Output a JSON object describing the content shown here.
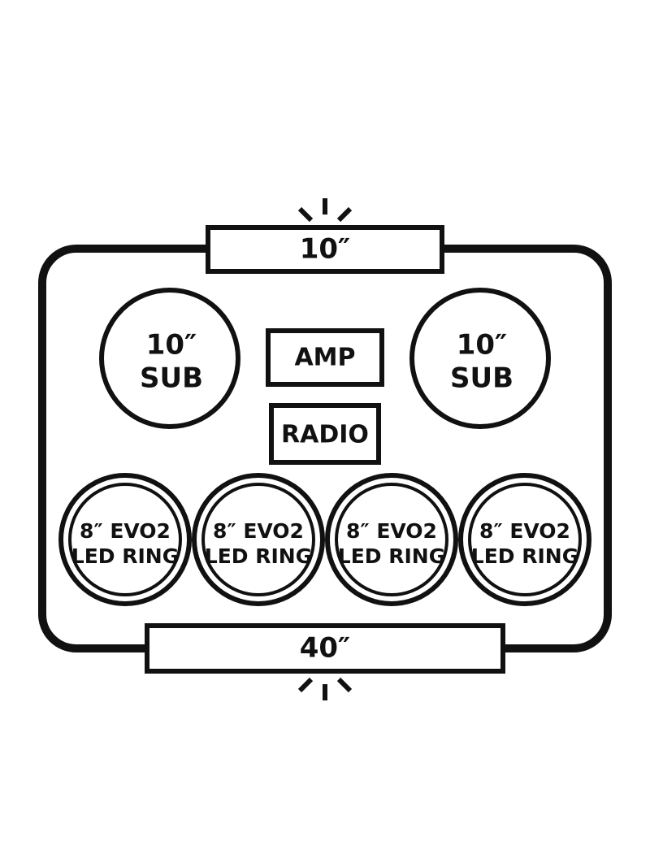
{
  "colors": {
    "line": "#111111",
    "background": "#ffffff"
  },
  "labels": {
    "top_bar": "10″",
    "bottom_bar": "40″",
    "sub_left": {
      "line1": "10″",
      "line2": "SUB"
    },
    "sub_right": {
      "line1": "10″",
      "line2": "SUB"
    },
    "amp": "AMP",
    "radio": "RADIO",
    "led_rings": [
      {
        "line1": "8″ EVO2",
        "line2": "LED RING"
      },
      {
        "line1": "8″ EVO2",
        "line2": "LED RING"
      },
      {
        "line1": "8″ EVO2",
        "line2": "LED RING"
      },
      {
        "line1": "8″ EVO2",
        "line2": "LED RING"
      }
    ]
  },
  "icons": {
    "top_burst": "light-burst-icon",
    "bottom_burst": "light-burst-icon"
  }
}
